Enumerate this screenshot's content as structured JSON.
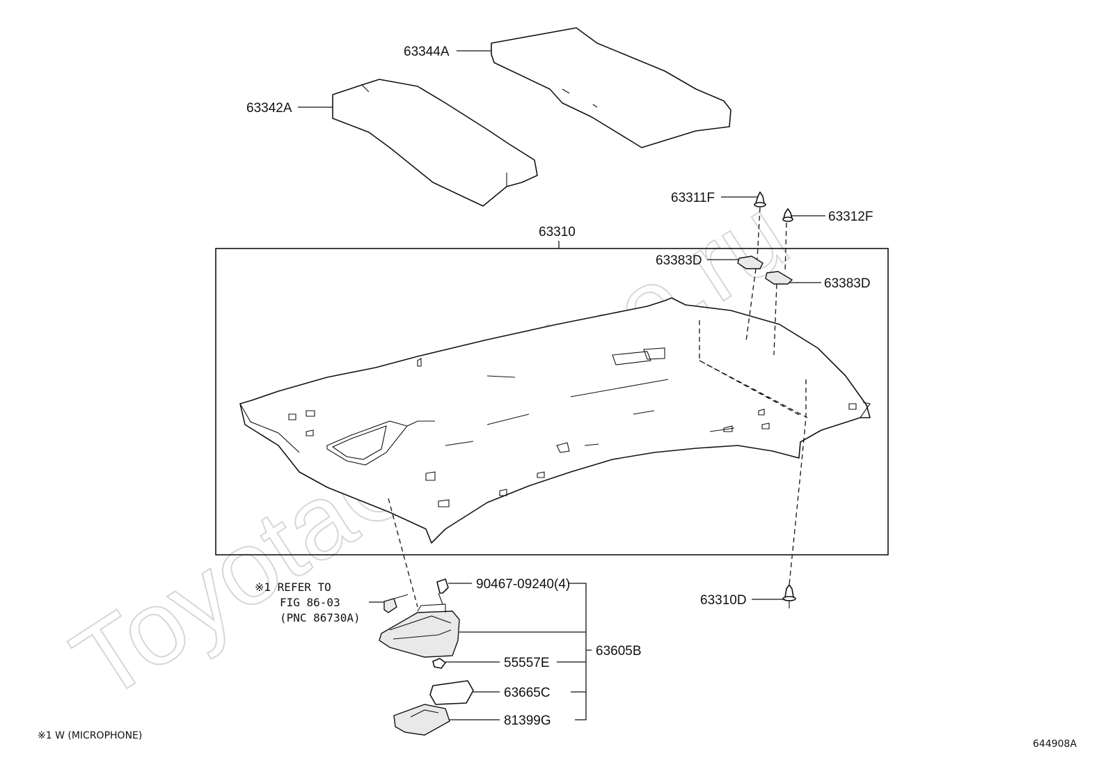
{
  "watermark": "ToyotaCarMine.ru",
  "figure_code": "644908A",
  "footnote": "※1  W (MICROPHONE)",
  "note": {
    "line1": "※1 REFER TO",
    "line2": "FIG 86-03",
    "line3": "(PNC 86730A)"
  },
  "parts": {
    "p63344A": "63344A",
    "p63342A": "63342A",
    "p63310": "63310",
    "p63311F": "63311F",
    "p63312F": "63312F",
    "p63383D_left": "63383D",
    "p63383D_right": "63383D",
    "p63310D": "63310D",
    "p90467": "90467-09240(4)",
    "p63605B": "63605B",
    "p55557E": "55557E",
    "p63665C": "63665C",
    "p81399G": "81399G"
  }
}
